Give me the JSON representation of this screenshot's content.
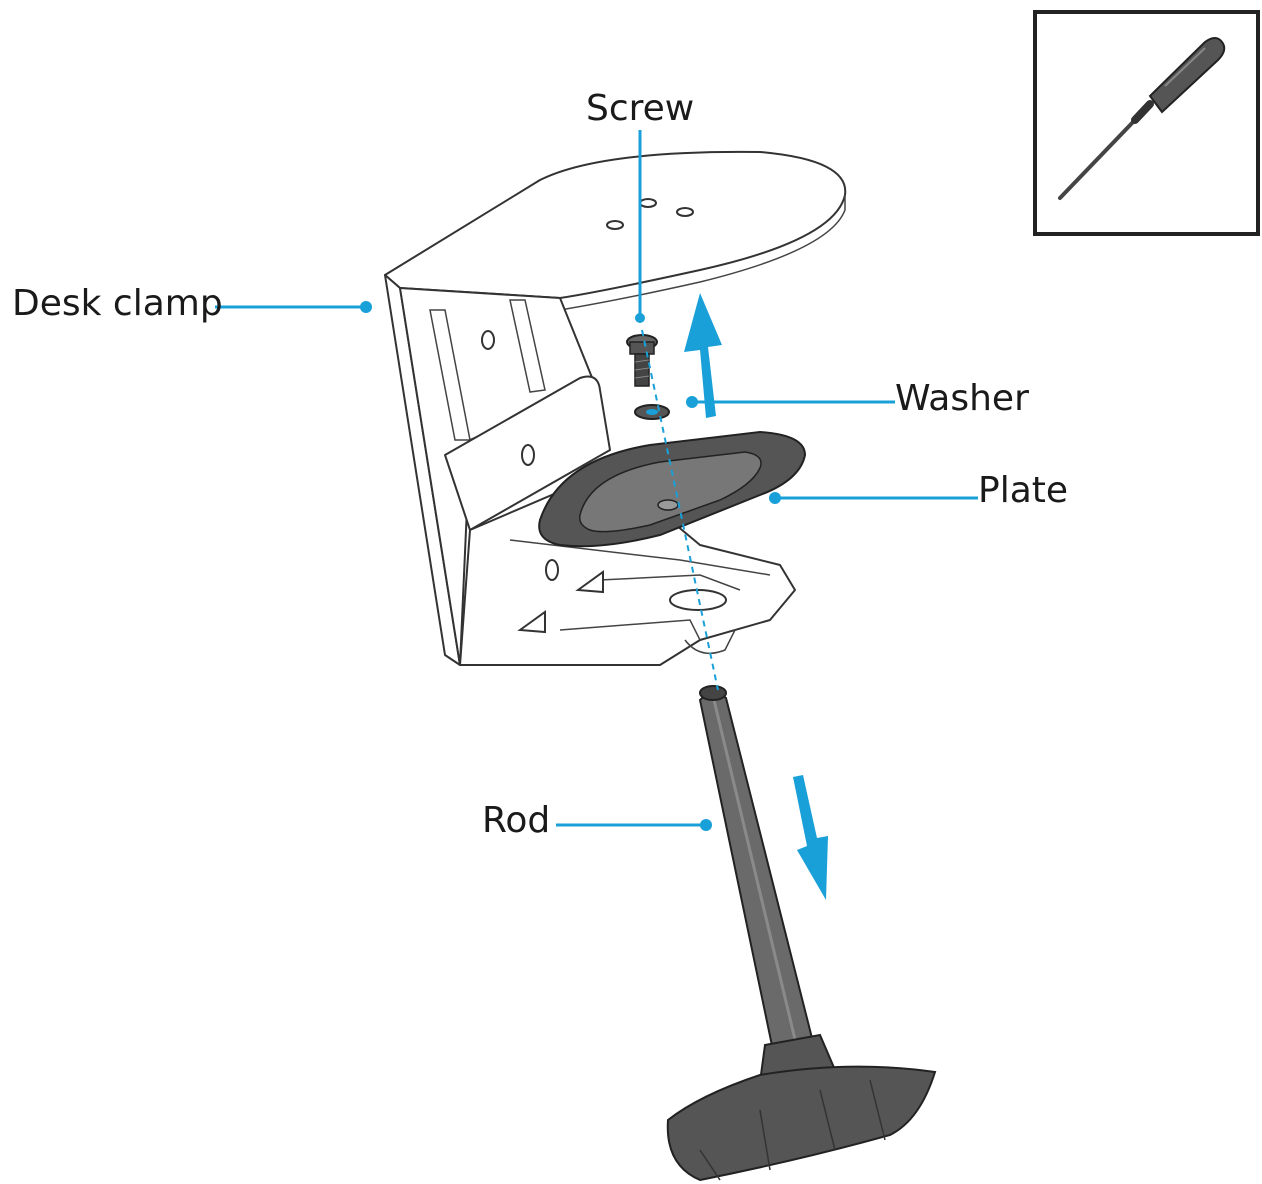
{
  "labels": {
    "screw": "Screw",
    "desk_clamp": "Desk clamp",
    "washer": "Washer",
    "plate": "Plate",
    "rod": "Rod"
  },
  "tool": {
    "icon": "screwdriver-icon"
  },
  "colors": {
    "accent": "#1aa0d8",
    "line": "#333333",
    "dark_part": "#555555"
  }
}
